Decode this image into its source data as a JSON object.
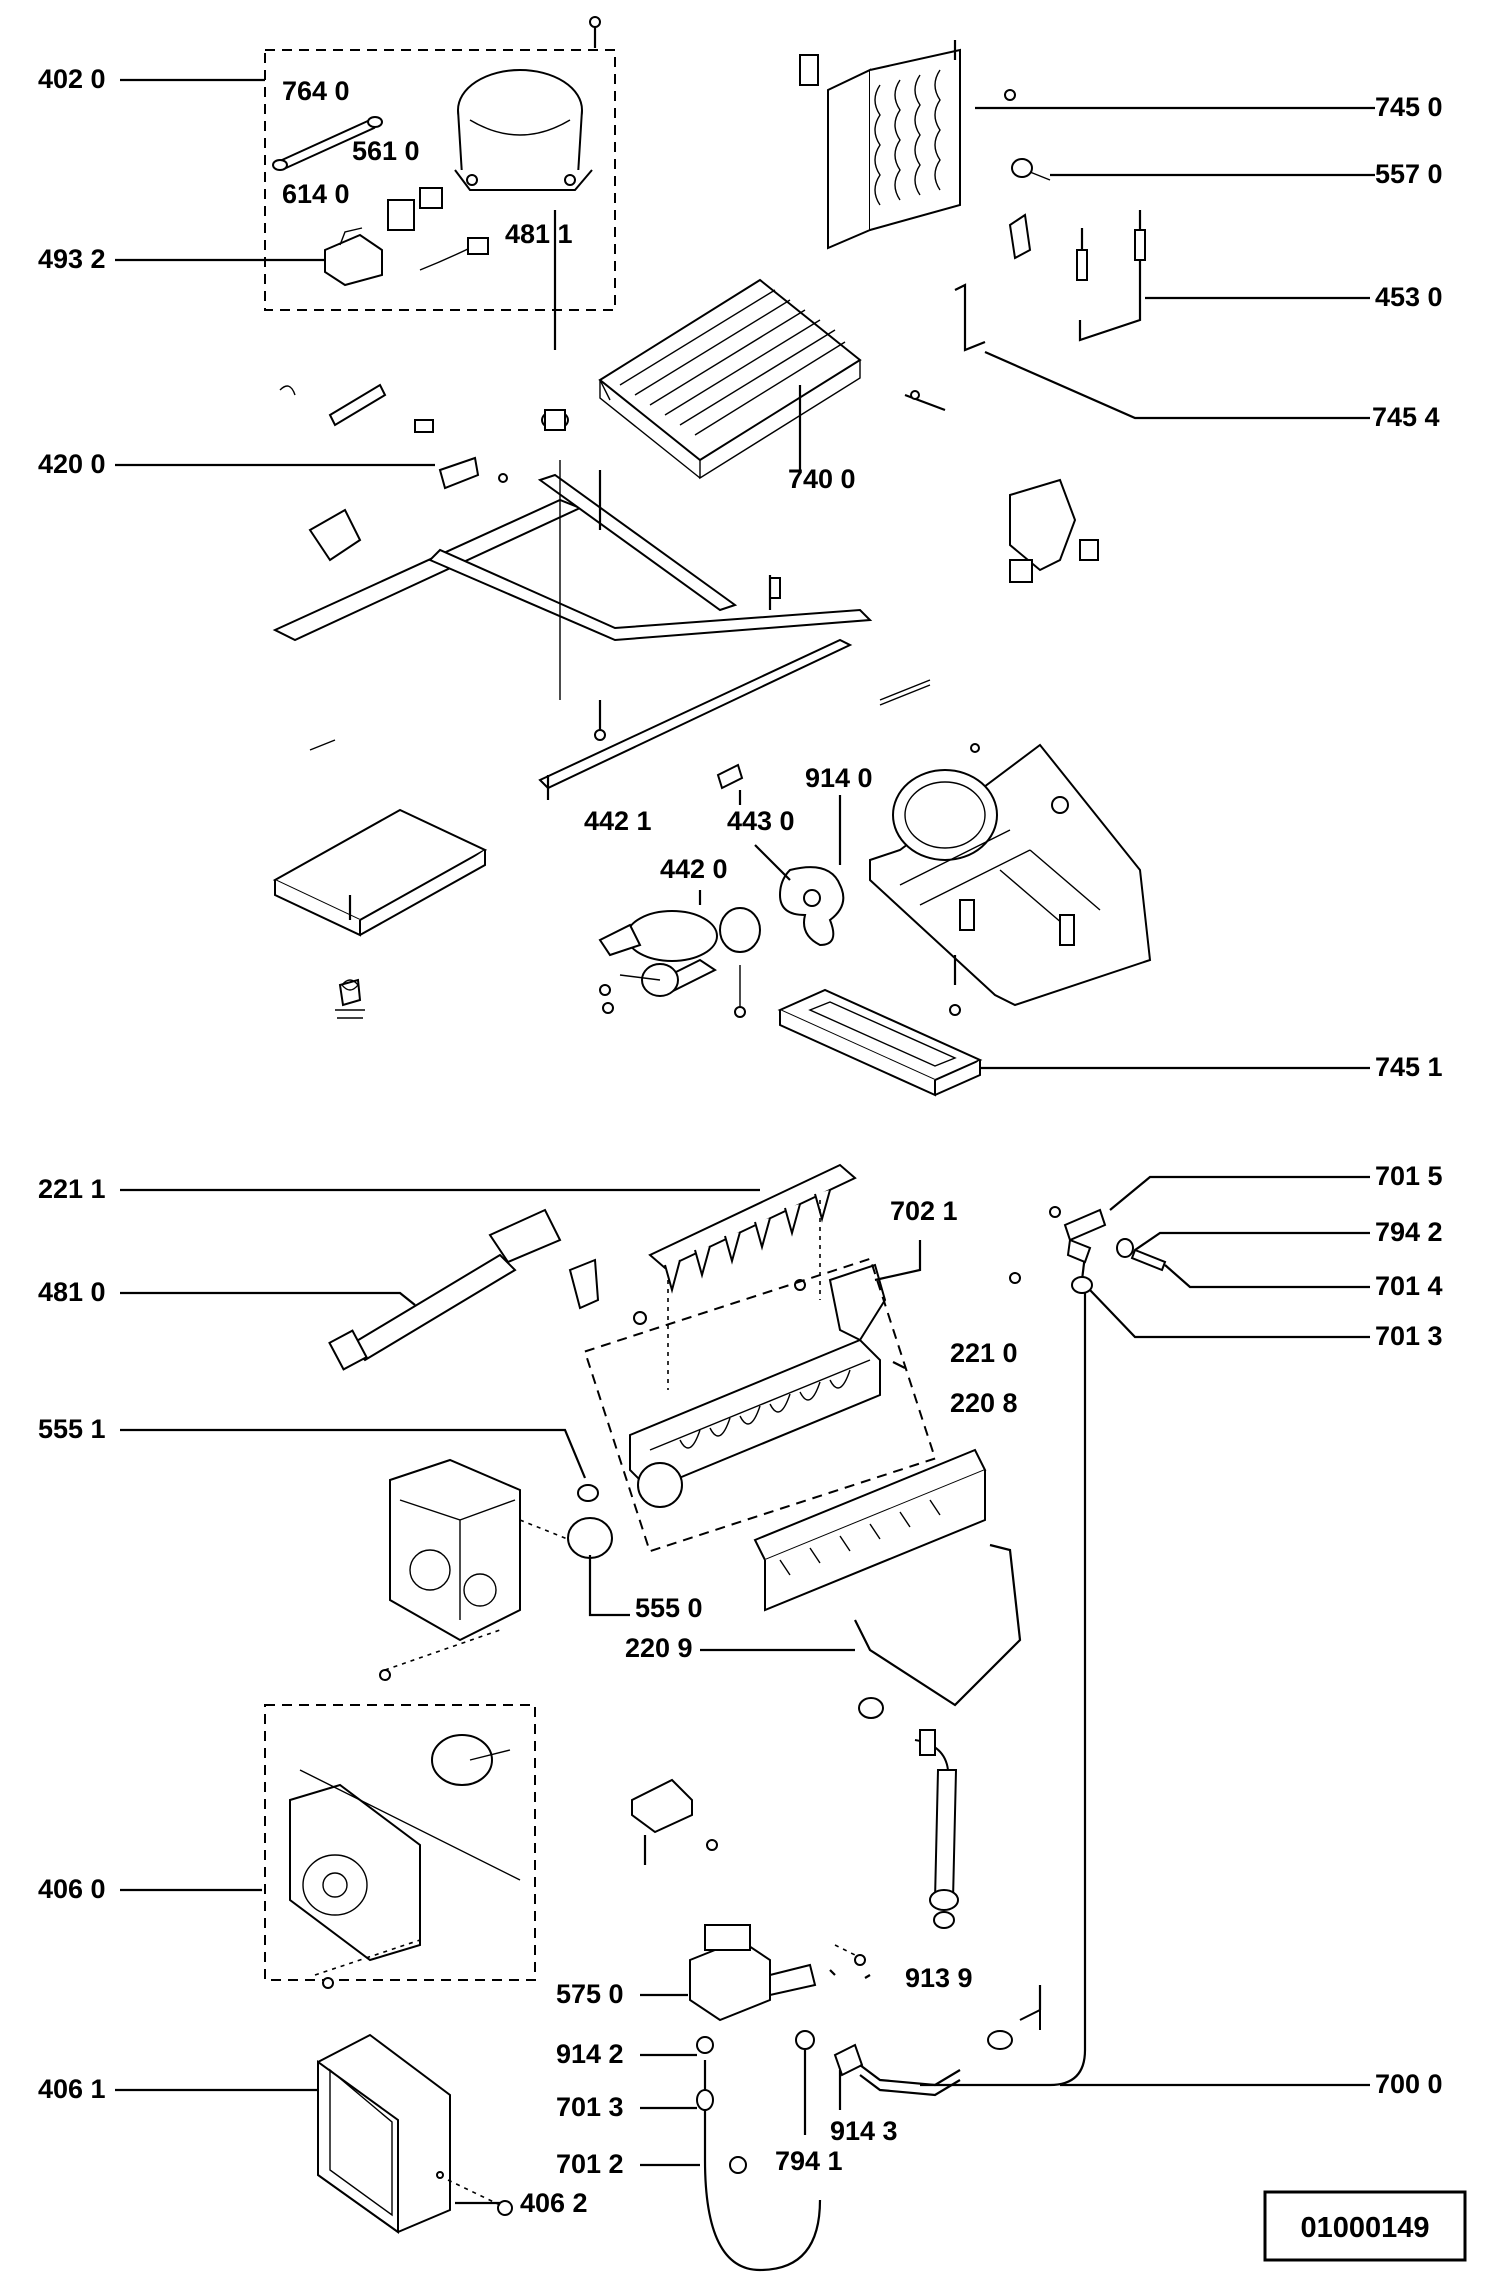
{
  "diagram_ref": "01000149",
  "callouts": {
    "c4020": "402 0",
    "c7640": "764 0",
    "c5610": "561 0",
    "c6140": "614 0",
    "c4811": "481 1",
    "c4932": "493 2",
    "c7450": "745 0",
    "c5570": "557 0",
    "c4530": "453 0",
    "c7454": "745 4",
    "c4200": "420 0",
    "c7400": "740 0",
    "c9140": "914 0",
    "c4421": "442 1",
    "c4430": "443 0",
    "c4420": "442 0",
    "c7451": "745 1",
    "c2211": "221 1",
    "c7021": "702 1",
    "c7015": "701 5",
    "c7942": "794 2",
    "c4810": "481 0",
    "c7014": "701 4",
    "c7013a": "701 3",
    "c2210": "221 0",
    "c2208": "220 8",
    "c5551": "555 1",
    "c5550": "555 0",
    "c2209": "220 9",
    "c4060": "406 0",
    "c9139": "913 9",
    "c5750": "575 0",
    "c9142": "914 2",
    "c7013b": "701 3",
    "c7000": "700 0",
    "c9143": "914 3",
    "c7012": "701 2",
    "c7941": "794 1",
    "c4061": "406 1",
    "c4062": "406 2"
  }
}
